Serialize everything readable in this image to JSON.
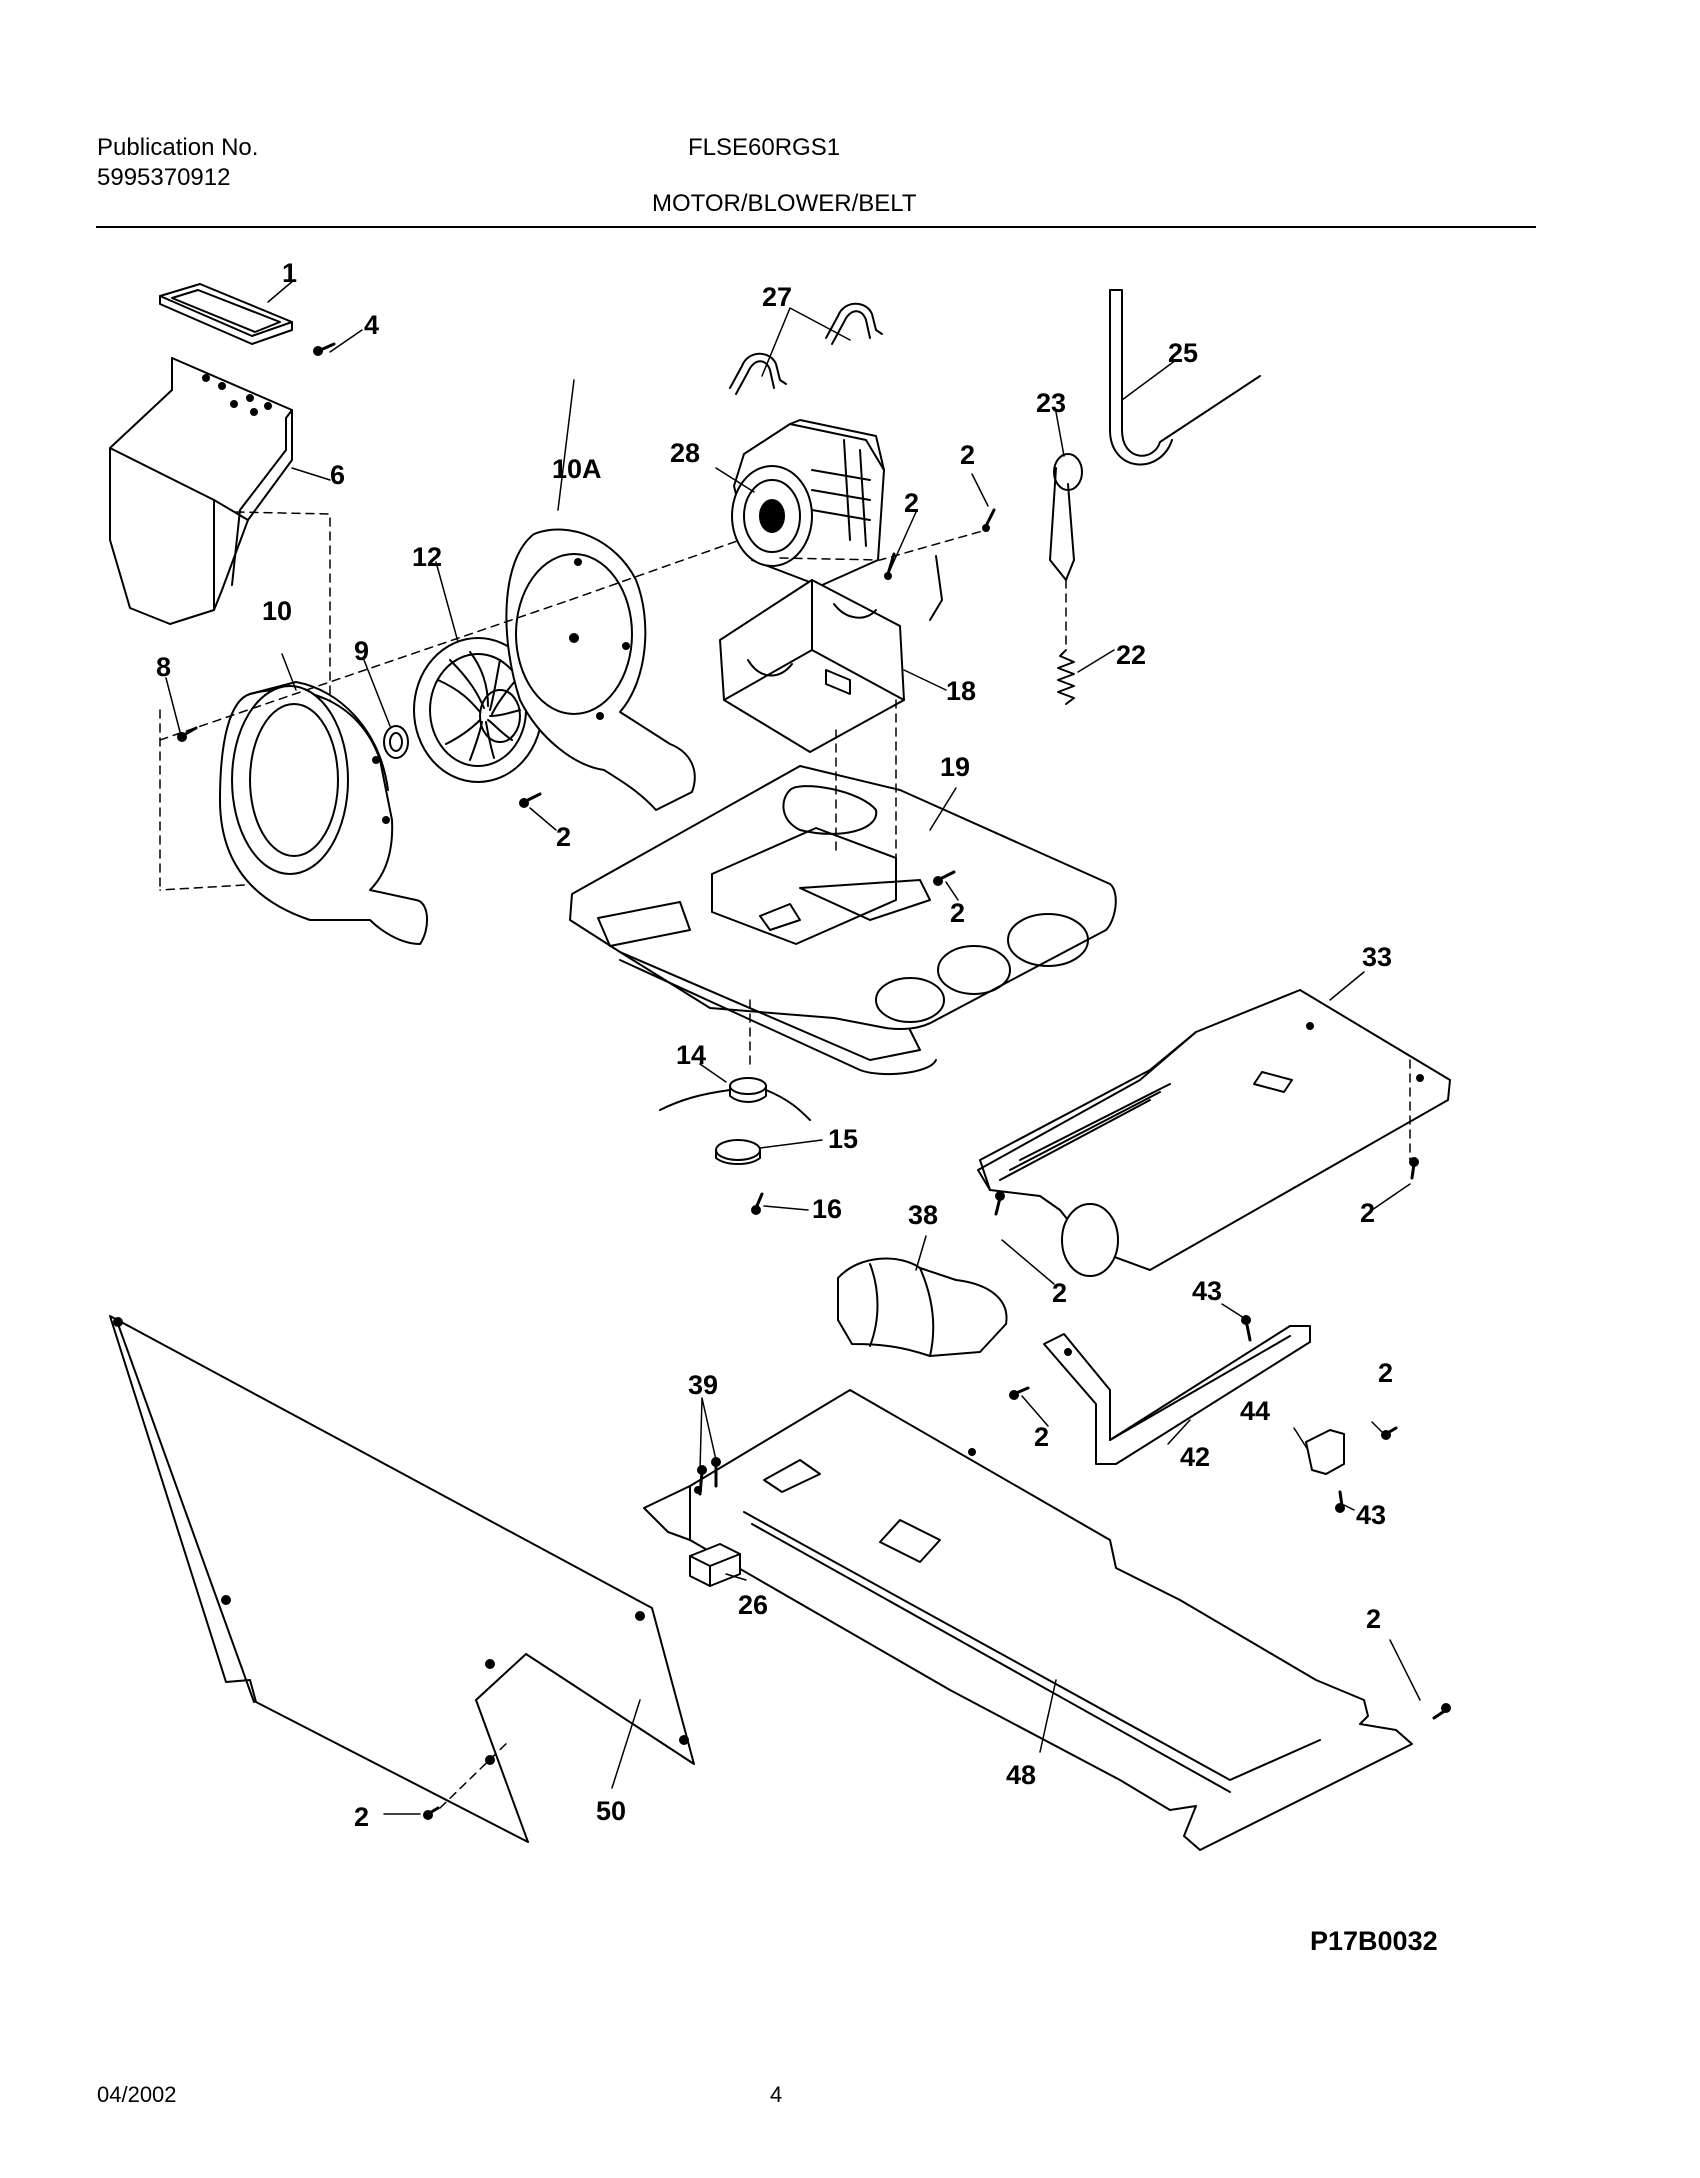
{
  "header": {
    "publication_label": "Publication No.",
    "publication_number": "5995370912",
    "model": "FLSE60RGS1",
    "section_title": "MOTOR/BLOWER/BELT"
  },
  "callouts": {
    "c1": "1",
    "c4": "4",
    "c6": "6",
    "c10A": "10A",
    "c12": "12",
    "c10": "10",
    "c9": "9",
    "c8": "8",
    "c2_blower": "2",
    "c27": "27",
    "c28": "28",
    "c2_motor_a": "2",
    "c2_motor_b": "2",
    "c18": "18",
    "c23": "23",
    "c25": "25",
    "c22": "22",
    "c19": "19",
    "c2_base": "2",
    "c14": "14",
    "c15": "15",
    "c16": "16",
    "c33": "33",
    "c2_duct_right": "2",
    "c38": "38",
    "c2_duct_left": "2",
    "c43_top": "43",
    "c42": "42",
    "c2_bracket": "2",
    "c44": "44",
    "c2_small": "2",
    "c43_bottom": "43",
    "c39": "39",
    "c26": "26",
    "c48": "48",
    "c2_rail": "2",
    "c50": "50",
    "c2_panel": "2"
  },
  "figure_id": "P17B0032",
  "footer": {
    "date": "04/2002",
    "page": "4"
  }
}
